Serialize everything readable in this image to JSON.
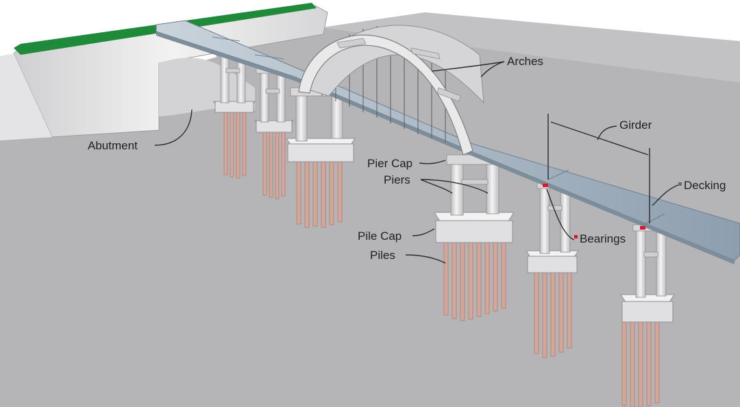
{
  "labels": {
    "arches": "Arches",
    "girder": "Girder",
    "abutment": "Abutment",
    "pier_cap": "Pier Cap",
    "piers": "Piers",
    "decking": "Decking",
    "pile_cap": "Pile Cap",
    "bearings": "Bearings",
    "piles": "Piles"
  },
  "colors": {
    "ground": "#b5b5b8",
    "grass": "#1f8a3a",
    "concrete": "#e6e6e6",
    "concrete_shade": "#c9c9cb",
    "deck": "#aab7c3",
    "piles": "#d3a79a",
    "bearing_marker": "#e0152b"
  }
}
